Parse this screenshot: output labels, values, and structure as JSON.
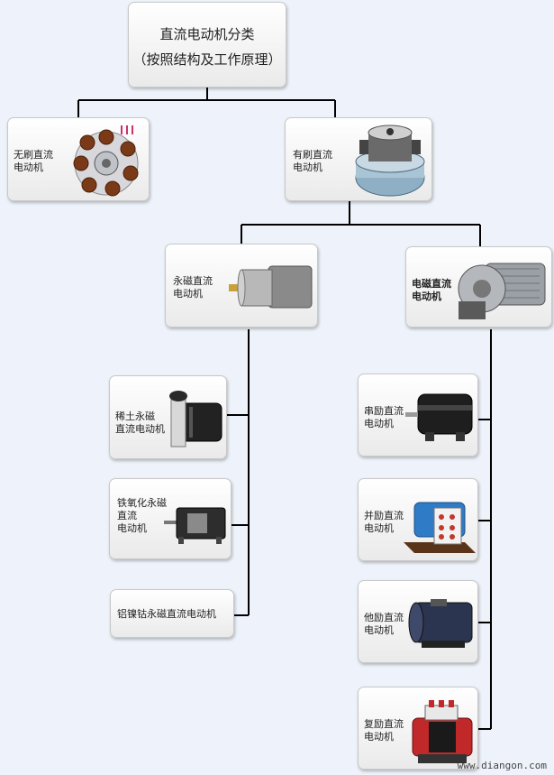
{
  "root": {
    "title_line1": "直流电动机分类",
    "title_line2": "（按照结构及工作原理）"
  },
  "level1": {
    "brushless": {
      "label": "无刷直流\n电动机",
      "icon": "brushless-motor-icon"
    },
    "brushed": {
      "label": "有刷直流\n电动机",
      "icon": "vacuum-motor-icon"
    }
  },
  "level2": {
    "permanent": {
      "label": "永磁直流\n电动机",
      "icon": "gear-motor-icon"
    },
    "electromagnetic": {
      "label": "电磁直流\n电动机",
      "icon": "geared-motor-icon"
    }
  },
  "permanent_types": [
    {
      "label": "稀土永磁\n直流电动机",
      "icon": "encoder-motor-icon"
    },
    {
      "label": "铁氧化永磁\n直流\n电动机",
      "icon": "long-motor-icon"
    },
    {
      "label": "铝镍钴永磁直流电动机",
      "icon": ""
    }
  ],
  "electromagnetic_types": [
    {
      "label": "串励直流\n电动机",
      "icon": "series-motor-icon"
    },
    {
      "label": "并励直流\n电动机",
      "icon": "shunt-motor-icon"
    },
    {
      "label": "他励直流\n电动机",
      "icon": "separate-motor-icon"
    },
    {
      "label": "复励直流\n电动机",
      "icon": "compound-motor-icon"
    }
  ],
  "watermark": "www.diangon.com",
  "colors": {
    "background": "#eef3fb",
    "line": "#000000"
  }
}
